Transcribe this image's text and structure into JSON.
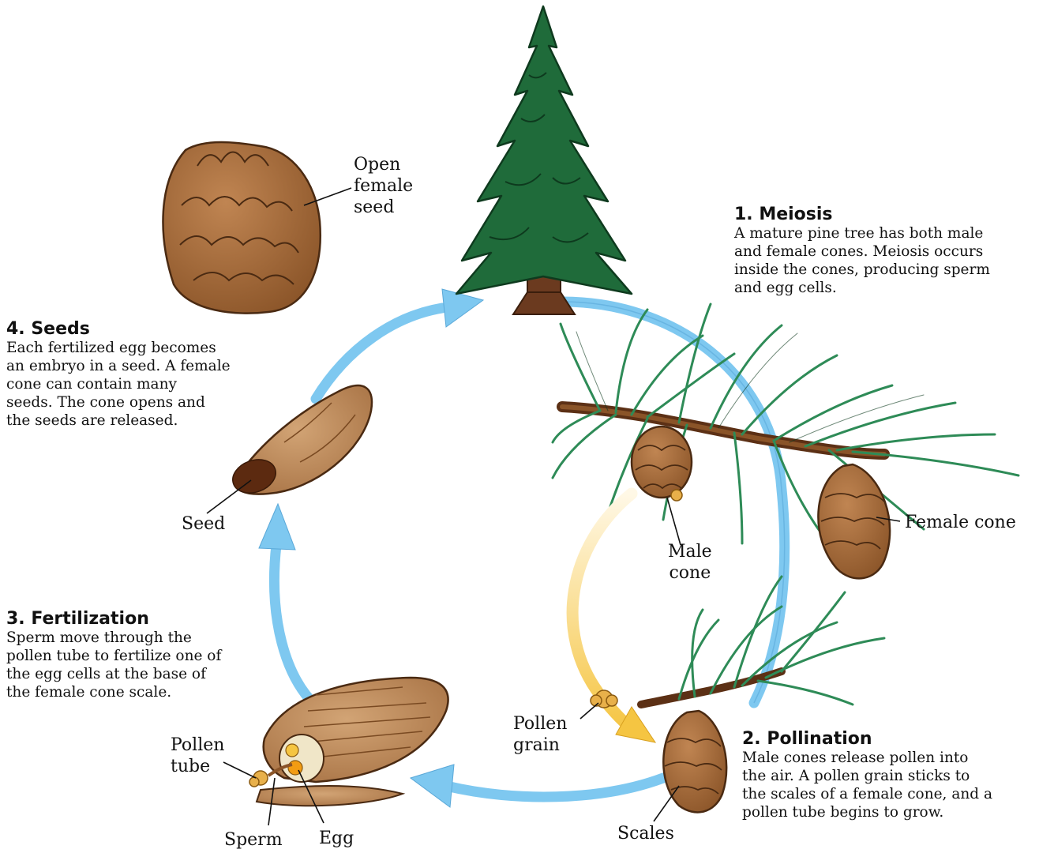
{
  "stages": [
    {
      "heading": "1. Meiosis",
      "body": "A mature pine tree has both male\nand female cones. Meiosis occurs\ninside the cones, producing sperm\nand egg cells."
    },
    {
      "heading": "2. Pollination",
      "body": "Male cones release pollen into\nthe air. A pollen grain sticks to\nthe scales of a female cone, and a\npollen tube begins to grow."
    },
    {
      "heading": "3. Fertilization",
      "body": "Sperm move through the\npollen tube to fertilize one of\nthe egg cells at the base of\nthe female cone scale."
    },
    {
      "heading": "4. Seeds",
      "body": "Each fertilized egg becomes\nan embryo in a seed. A female\ncone can contain many\nseeds. The cone opens and\nthe seeds are released."
    }
  ],
  "labels": {
    "open_cone": "Open\nfemale\nseed",
    "female_cone": "Female cone",
    "male_cone": "Male\ncone",
    "pollen_grain": "Pollen\ngrain",
    "scales": "Scales",
    "pollen_tube": "Pollen\ntube",
    "sperm": "Sperm",
    "egg": "Egg",
    "seed": "Seed"
  },
  "colors": {
    "cycle_arrow": "#7ec8f0",
    "tree_green": "#1f6b3a",
    "trunk_brown": "#6b3a1f",
    "cone_brown": "#a0673a",
    "needle_green": "#2e8b57",
    "pollen_yellow": "#f5c542"
  }
}
